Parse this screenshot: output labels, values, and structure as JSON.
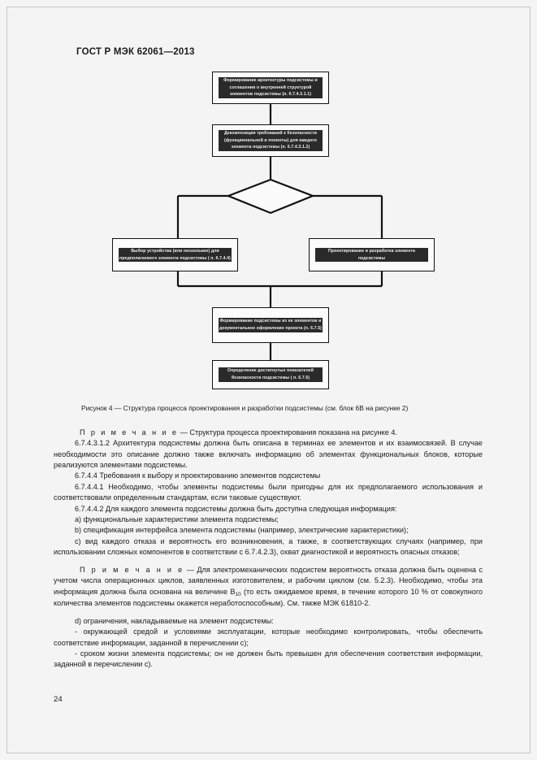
{
  "document": {
    "header": "ГОСТ Р МЭК 62061—2013",
    "page_number": "24"
  },
  "figure": {
    "boxes": {
      "architecture": "Формирование архитектуры подсистемы и соглашения о внутренней структурой элементов подсистемы (п. 6.7.4.3.1.1)",
      "decomposition": "Декомпозиция требований к безопасности (функциональной и полноты) для каждого элемента подсистемы (п. 6.7.4.3.1.2)",
      "selection": "Выбор устройства (или нескольких) для предполагаемого элемента подсистемы ( п. 6.7.4.4)",
      "design": "Проектирование и разработка элемента подсистемы",
      "formation": "Формирование подсистемы из ее элементов и документальное оформление проекта (п. 6.7.5)",
      "determination": "Определение достигнутых показателей безопасности подсистемы ( п. 6.7.6)"
    },
    "caption": "Рисунок 4 — Структура процесса проектирования и разработки подсистемы (см. блок 6В на рисунке 2)"
  },
  "body": {
    "note1_label": "П р и м е ч а н и е",
    "note1_text": " —  Структура процесса проектирования показана на рисунке 4.",
    "clause_6743012": "6.7.4.3.1.2 Архитектура подсистемы должна быть описана в терминах ее элементов и их взаимосвязей. В случае необходимости это описание должно также включать информацию об элементах функциональных блоков, которые реализуются элементами подсистемы.",
    "clause_6744": "6.7.4.4  Требования к выбору и проектированию элементов подсистемы",
    "clause_67441": "6.7.4.4.1  Необходимо, чтобы элементы подсистемы были пригодны для их предполагаемого использования и соответствовали определенным стандартам, если таковые существуют.",
    "clause_67442": "6.7.4.4.2  Для каждого элемента подсистемы должна быть доступна следующая информация:",
    "item_a": "a) функциональные характеристики элемента подсистемы;",
    "item_b": "b) спецификация интерфейса элемента подсистемы (например, электрические характеристики);",
    "item_c": "c) вид каждого отказа и вероятность его возникновения, а также, в соответствующих случаях (например, при использовании сложных компонентов в соответствии с 6.7.4.2.3), охват диагностикой и вероятность опасных отказов;",
    "note2_label": "П р и м е ч а н и е",
    "note2_part1": " — Для электромеханических подсистем вероятность отказа должна быть оценена с учетом числа операционных циклов, заявленных изготовителем, и рабочим циклом (см. 5.2.3). Необходимо, чтобы эта информация должна была основана на величине B",
    "note2_sub": "10",
    "note2_part2": " (то есть ожидаемое время, в течение которого 10 % от совокупного количества элементов подсистемы окажется неработоспособным). См. также МЭК 61810-2.",
    "item_d": "d)  ограничения, накладываемые на элемент подсистемы:",
    "item_d_dash1": "-  окружающей средой и условиями эксплуатации, которые необходимо контролировать, чтобы обеспечить соответствие информации, заданной в перечислении c);",
    "item_d_dash2": "-  сроком жизни элемента подсистемы; он не должен быть превышен для обеспечения соответствия информации, заданной в перечислении c)."
  },
  "colors": {
    "page_background": "#f4f4f4",
    "text": "#1a1a1a",
    "line": "#111111"
  }
}
